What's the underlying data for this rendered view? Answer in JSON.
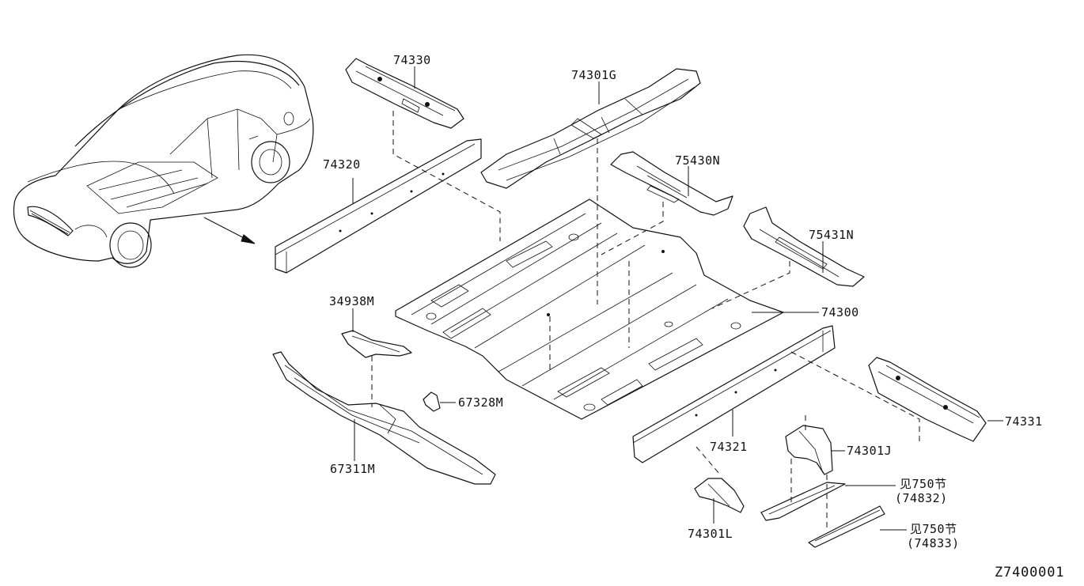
{
  "diagram_code": "Z7400001",
  "labels": {
    "p74330": "74330",
    "p74301G": "74301G",
    "p74320": "74320",
    "p75430N": "75430N",
    "p75431N": "75431N",
    "p34938M": "34938M",
    "p74300": "74300",
    "p67328M": "67328M",
    "p67311M": "67311M",
    "p74331": "74331",
    "p74321": "74321",
    "p74301J": "74301J",
    "p74301L": "74301L",
    "ref74832_line1": "见750节",
    "ref74832_line2": "(74832)",
    "ref74833_line1": "见750节",
    "ref74833_line2": "(74833)"
  }
}
